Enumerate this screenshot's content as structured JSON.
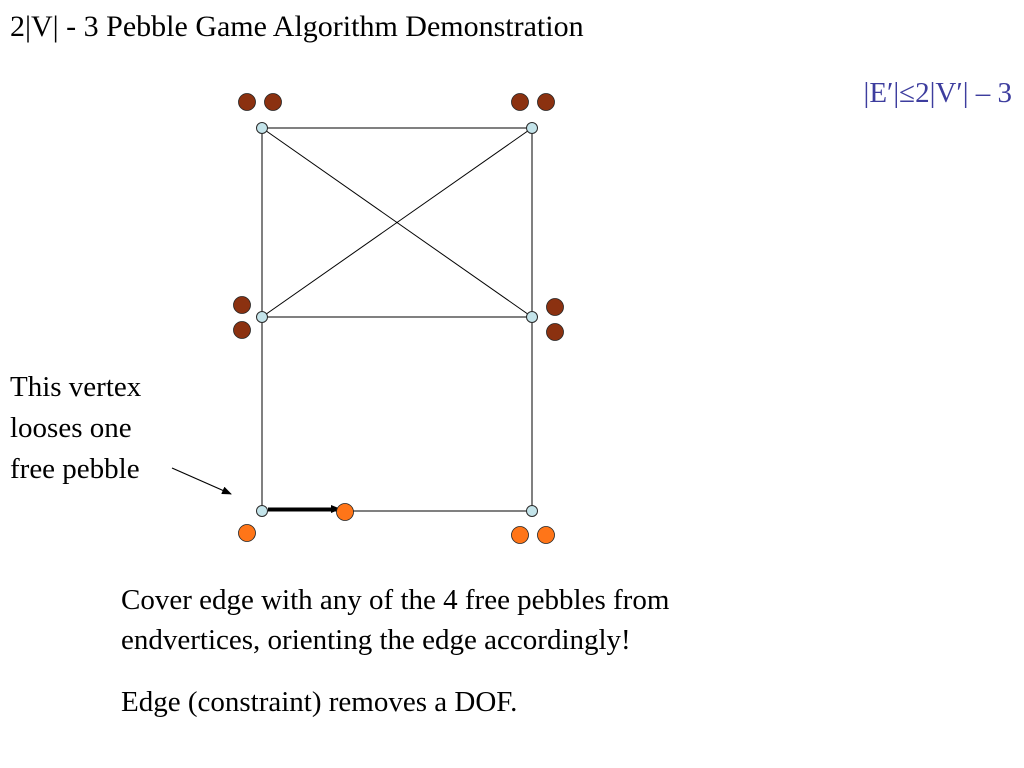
{
  "title": "2|V| - 3 Pebble Game Algorithm Demonstration",
  "formula": "|E′|≤2|V′| – 3",
  "note_lines": [
    "This vertex",
    "looses one",
    "free pebble"
  ],
  "caption_lines": [
    "Cover edge with any of the 4 free pebbles from",
    "endvertices, orienting the edge accordingly!"
  ],
  "caption2": "Edge (constraint) removes a DOF.",
  "colors": {
    "vertex_fill": "#c4e4ea",
    "pebble_used": "#8b3110",
    "pebble_free": "#ff7518",
    "formula_text": "#3d3d9e"
  }
}
